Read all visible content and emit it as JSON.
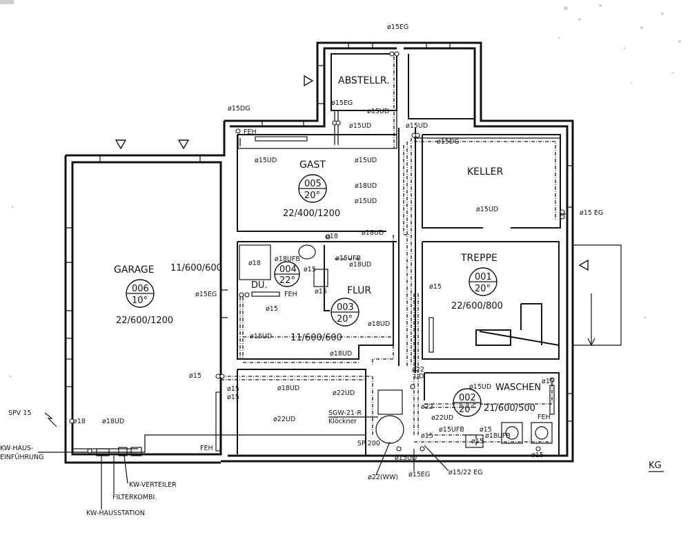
{
  "plan_label": "KG",
  "rooms": {
    "abstellr": {
      "name": "ABSTELLR."
    },
    "gast": {
      "name": "GAST",
      "number": "005",
      "temp": "20°",
      "dims": "22/400/1200"
    },
    "keller": {
      "name": "KELLER"
    },
    "garage": {
      "name": "GARAGE",
      "number": "006",
      "temp": "10°",
      "dims": "22/600/1200"
    },
    "du": {
      "name": "DU.",
      "number": "004",
      "temp": "22°",
      "dims": "11/600/600"
    },
    "flur": {
      "name": "FLUR",
      "number": "003",
      "temp": "20°",
      "dims": "11/600/600"
    },
    "treppe": {
      "name": "TREPPE",
      "number": "001",
      "temp": "20°",
      "dims": "22/600/800"
    },
    "waschen": {
      "name": "WASCHEN",
      "number": "002",
      "temp": "20°",
      "dims": "21/600/500"
    }
  },
  "pipe_labels": [
    "ø15EG",
    "ø15EG",
    "ø15UD",
    "ø15DG",
    "ø15UD",
    "ø15UD",
    "FEH",
    "ø15DG",
    "ø15UD",
    "ø15UD",
    "ø18UD",
    "ø15UD",
    "ø15UD",
    "ø15 EG",
    "ø18",
    "ø18UD",
    "ø18UFB",
    "ø15UFB",
    "ø18UD",
    "ø18",
    "ø15",
    "ø15",
    "ø15",
    "ø15EG",
    "FEH",
    "ø15",
    "ø15UD",
    "ø18UD",
    "ø18UD",
    "ø15",
    "ø18UD",
    "ø22UD",
    "ø22UD",
    "ø15",
    "ø15",
    "ø18",
    "ø18UD",
    "ø22",
    "UD",
    "ø22",
    "ø15UD",
    "ø15",
    "FEH",
    "ø22UD",
    "ø15UFB",
    "ø15",
    "ø18UFB",
    "ø15",
    "FEH",
    "ø15UD",
    "ø22(WW)",
    "ø15EG",
    "ø15/22 EG",
    "ø15",
    "ø15"
  ],
  "equipment": {
    "sgw": "SGW-21-R",
    "sgw_maker": "Klöckner",
    "sp": "SP 200",
    "spv": "SPV 15"
  },
  "callouts": {
    "kw_haus_1": "KW-HAUS-",
    "kw_haus_2": "EINFÜHRUNG",
    "kw_verteiler": "KW-VERTEILER",
    "filterkombi": "FILTERKOMBI.",
    "kw_hausstation": "KW-HAUSSTATION"
  }
}
